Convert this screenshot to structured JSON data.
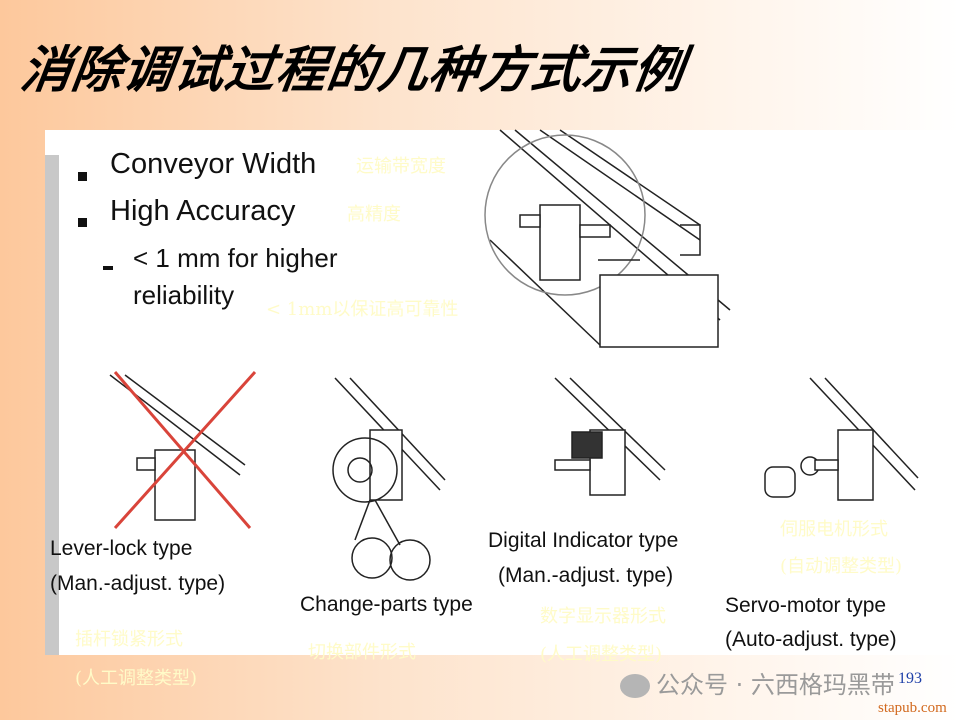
{
  "title": "消除调试过程的几种方式示例",
  "bullets": [
    {
      "en": "Conveyor Width",
      "cn": "运输带宽度"
    },
    {
      "en": "High Accuracy",
      "cn": "高精度"
    }
  ],
  "sub_bullet": {
    "line1": "< 1 mm for higher",
    "line2": "reliability",
    "cn": "< 1mm以保证高可靠性"
  },
  "types": [
    {
      "name": "Lever-lock type",
      "mode": "(Man.-adjust. type)",
      "cn1": "插杆锁紧形式",
      "cn2": "(人工调整类型)"
    },
    {
      "name": "Change-parts type",
      "cn1": "切换部件形式"
    },
    {
      "name": "Digital Indicator type",
      "mode": "(Man.-adjust. type)",
      "cn1": "数字显示器形式",
      "cn2": "(人工调整类型)"
    },
    {
      "name": "Servo-motor type",
      "mode": "(Auto-adjust. type)",
      "cn1": "伺服电机形式",
      "cn2": "(自动调整类型)"
    }
  ],
  "watermark": "公众号 · 六西格玛黑带",
  "page_number": "193",
  "site": "stapub.com",
  "colors": {
    "cross": "#d9443a",
    "cn_text": "#fffbc8",
    "page_number": "#1e3fa8",
    "site": "#d2691e"
  }
}
